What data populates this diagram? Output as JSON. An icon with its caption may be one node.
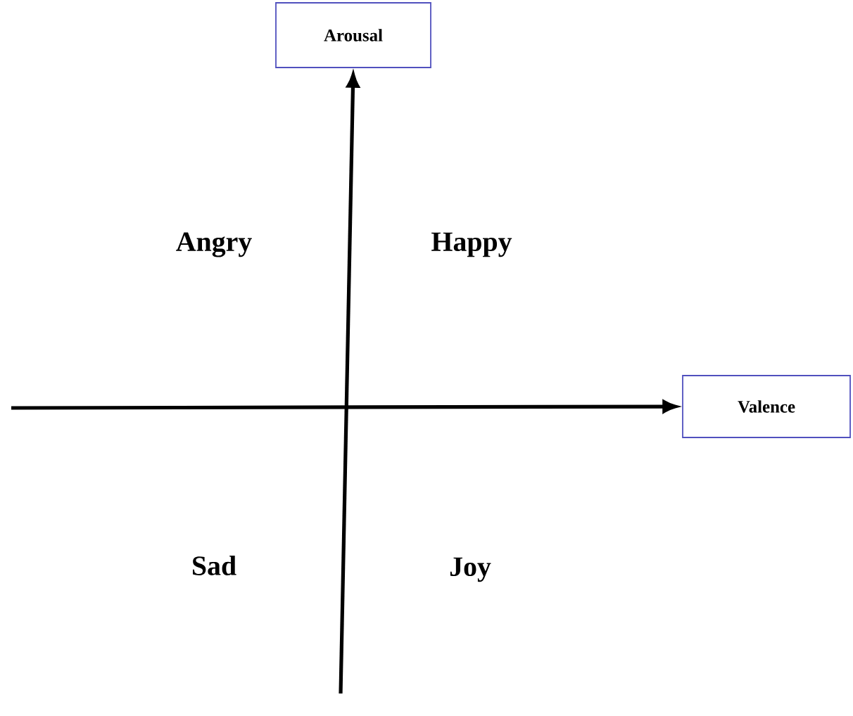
{
  "diagram": {
    "nodes": [
      {
        "text": [
          "Arousal"
        ]
      },
      {
        "text": [
          "Valence"
        ]
      }
    ],
    "edges": [
      {
        "from": null,
        "to": 0,
        "arrow": "to"
      },
      {
        "from": null,
        "to": 1,
        "arrow": "to"
      }
    ],
    "labels": [
      "Angry",
      "Happy",
      "Sad",
      "Joy"
    ]
  }
}
